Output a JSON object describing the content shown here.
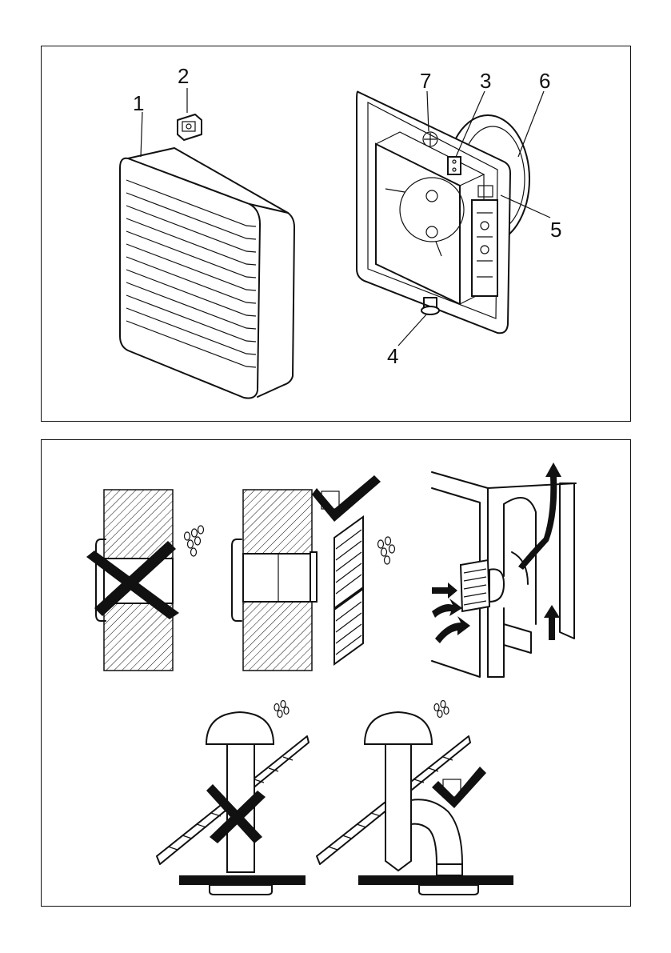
{
  "callouts": {
    "c1": "1",
    "c2": "2",
    "c3": "3",
    "c4": "4",
    "c5": "5",
    "c6": "6",
    "c7": "7"
  },
  "icons": {
    "wrong": "cross-mark-icon",
    "correct": "check-mark-icon",
    "condensation": "water-droplets-icon",
    "airflow": "arrow-icon"
  },
  "colors": {
    "ink": "#111111",
    "paper": "#ffffff"
  }
}
